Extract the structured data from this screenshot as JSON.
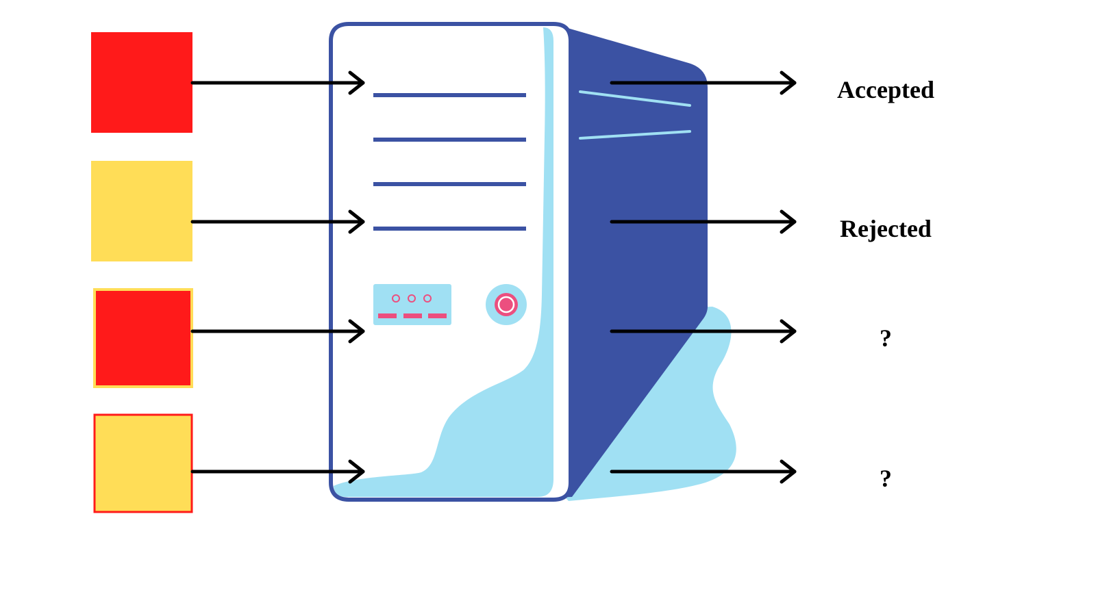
{
  "colors": {
    "background": "#ffffff",
    "red": "#ff1a1a",
    "yellow": "#ffdd57",
    "server_outline": "#3b52a3",
    "server_side": "#3b52a3",
    "server_light": "#a0e0f3",
    "led_pink": "#ec4f7f",
    "arrow": "#000000"
  },
  "inputs": [
    {
      "fill": "red",
      "border": "none"
    },
    {
      "fill": "yellow",
      "border": "none"
    },
    {
      "fill": "red",
      "border": "yellow"
    },
    {
      "fill": "yellow",
      "border": "red"
    }
  ],
  "server": {
    "icon": "server-tower-icon"
  },
  "outputs": [
    {
      "label": "Accepted"
    },
    {
      "label": "Rejected"
    },
    {
      "label": "?"
    },
    {
      "label": "?"
    }
  ]
}
